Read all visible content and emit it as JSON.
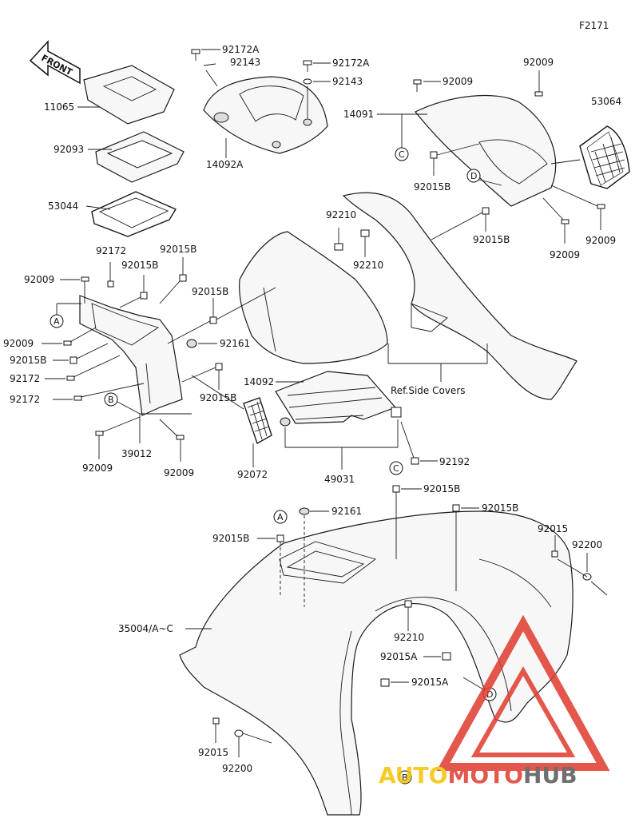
{
  "figure_code": "F2171",
  "front_arrow": "FRONT",
  "reference_note": "Ref.Side Covers",
  "part_labels": {
    "p11065": "11065",
    "p92093": "92093",
    "p53044": "53044",
    "p92172A_1": "92172A",
    "p92143_1": "92143",
    "p92172A_2": "92172A",
    "p92143_2": "92143",
    "p14092A": "14092A",
    "p92009_top1": "92009",
    "p92009_top2": "92009",
    "p14091": "14091",
    "p53064": "53064",
    "p92015B_top1": "92015B",
    "p92015B_top2": "92015B",
    "p92009_r1": "92009",
    "p92009_r2": "92009",
    "p92210_1": "92210",
    "p92210_2": "92210",
    "p92172_1": "92172",
    "p92015B_a": "92015B",
    "p92015B_b": "92015B",
    "p92009_l1": "92009",
    "p92015B_c": "92015B",
    "p92161_1": "92161",
    "p92009_l2": "92009",
    "p92015B_d": "92015B",
    "p92172_2": "92172",
    "p92172_3": "92172",
    "p92015B_e": "92015B",
    "p14092": "14092",
    "p39012": "39012",
    "p92009_b1": "92009",
    "p92009_b2": "92009",
    "p92072": "92072",
    "p49031": "49031",
    "p92192": "92192",
    "p92015B_f": "92015B",
    "p92015B_g": "92015B",
    "p92161_2": "92161",
    "p92015B_h": "92015B",
    "p92015": "92015",
    "p92200": "92200",
    "p35004": "35004/A~C",
    "p92210_3": "92210",
    "p92015A_1": "92015A",
    "p92015A_2": "92015A",
    "p92015_b": "92015",
    "p92200_b": "92200"
  },
  "callouts": {
    "a": "A",
    "b": "B",
    "c": "C",
    "d": "D"
  },
  "watermark": {
    "part1": "AUTO",
    "part2": "MOTO",
    "part3": "HUB",
    "color1": "#f5c400",
    "color2": "#e03a2f",
    "color3": "#555555",
    "triangle_color": "#e03a2f"
  }
}
